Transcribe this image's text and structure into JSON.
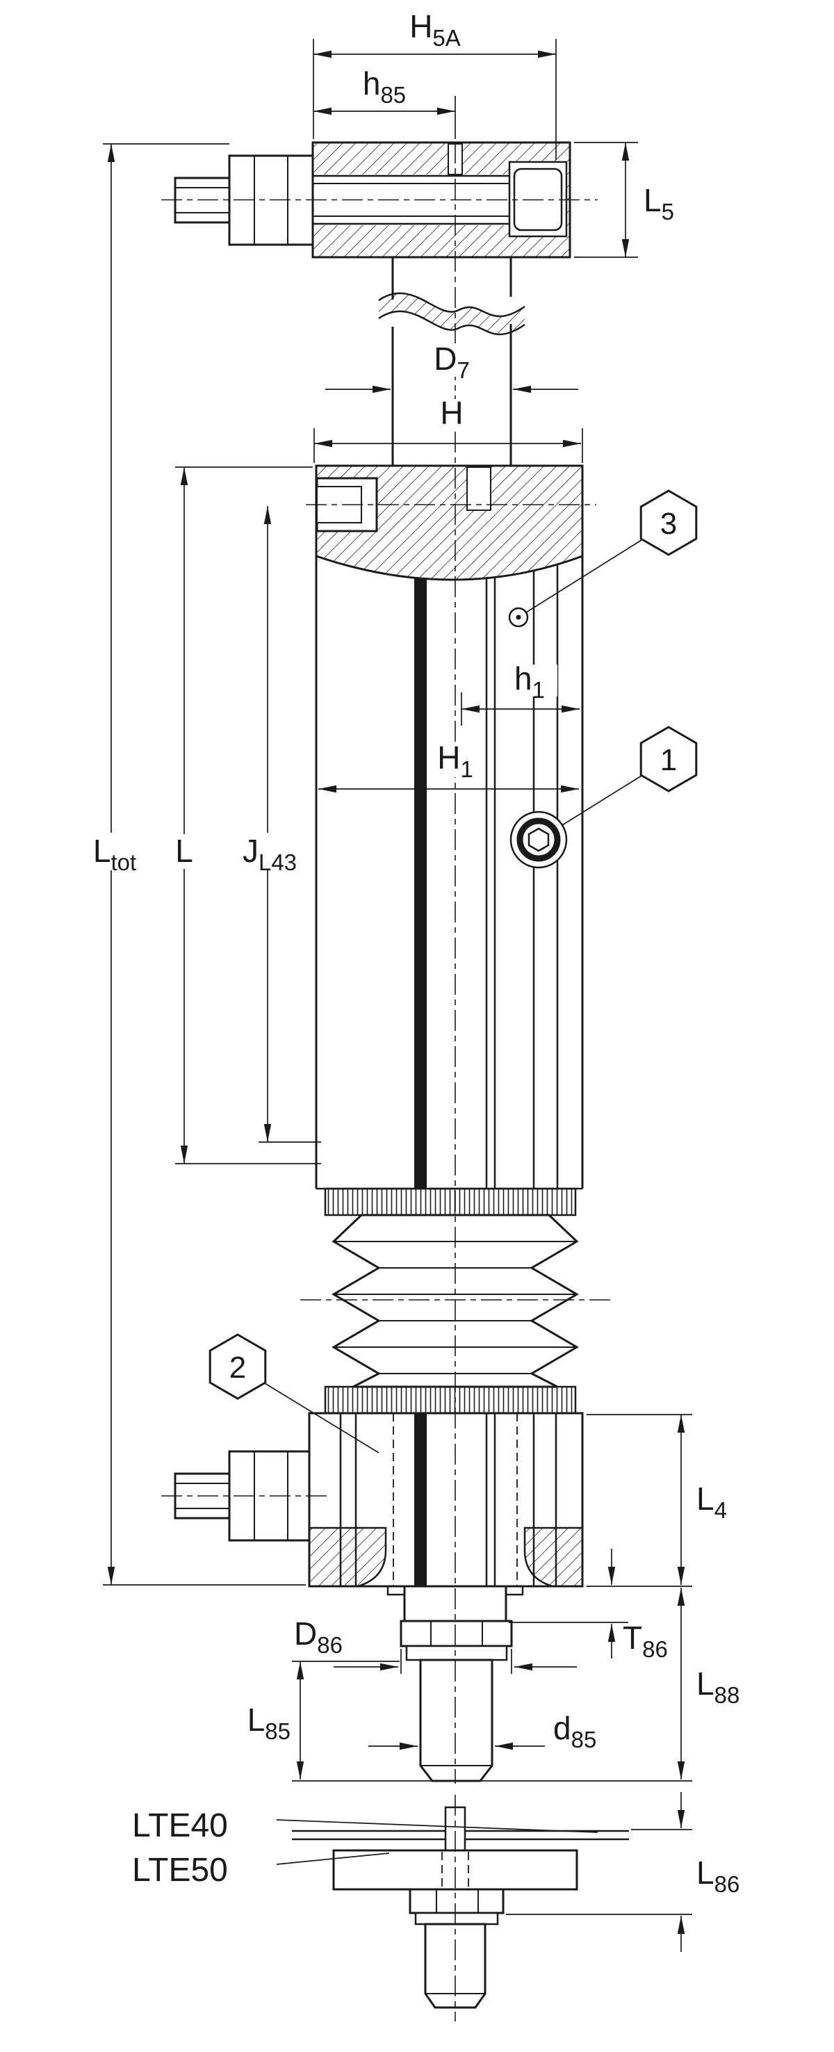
{
  "dimensions": {
    "H5A": {
      "main": "H",
      "sub": "5A"
    },
    "h85": {
      "main": "h",
      "sub": "85"
    },
    "L5": {
      "main": "L",
      "sub": "5"
    },
    "D7": {
      "main": "D",
      "sub": "7"
    },
    "H": {
      "main": "H",
      "sub": ""
    },
    "Ltot": {
      "main": "L",
      "sub": "tot"
    },
    "L": {
      "main": "L",
      "sub": ""
    },
    "JL43": {
      "main": "J",
      "sub": "L43"
    },
    "h1": {
      "main": "h",
      "sub": "1"
    },
    "H1": {
      "main": "H",
      "sub": "1"
    },
    "L4": {
      "main": "L",
      "sub": "4"
    },
    "T86": {
      "main": "T",
      "sub": "86"
    },
    "D86": {
      "main": "D",
      "sub": "86"
    },
    "L88": {
      "main": "L",
      "sub": "88"
    },
    "L85": {
      "main": "L",
      "sub": "85"
    },
    "d85": {
      "main": "d",
      "sub": "85"
    },
    "L86": {
      "main": "L",
      "sub": "86"
    }
  },
  "callouts": {
    "item1": "1",
    "item2": "2",
    "item3": "3"
  },
  "variants": {
    "line1": "LTE40",
    "line2": "LTE50"
  },
  "colors": {
    "line": "#1a1a1a",
    "background": "#ffffff"
  }
}
